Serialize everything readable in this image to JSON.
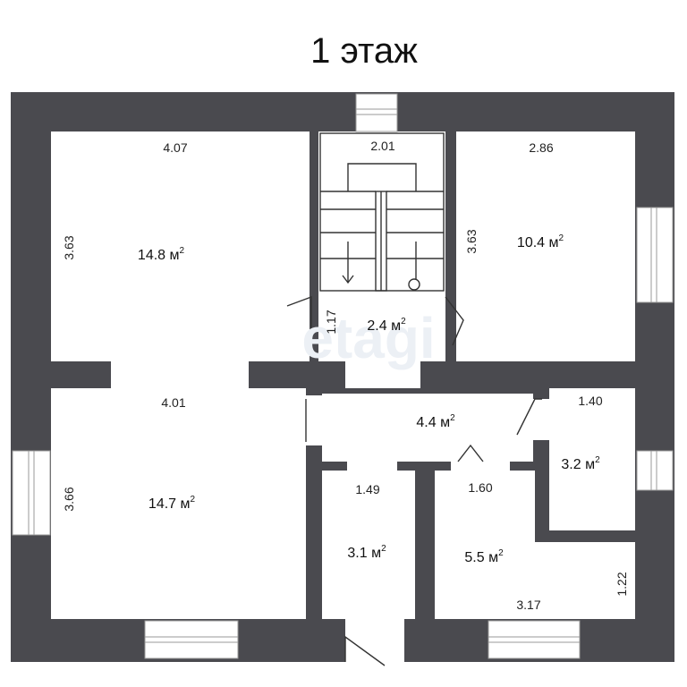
{
  "title": "1 этаж",
  "watermark": "etagi",
  "colors": {
    "wall": "#4a4a4f",
    "floor": "#ffffff",
    "window": "#ffffff",
    "line": "#222222"
  },
  "rooms": [
    {
      "id": "room-top-left",
      "area": "14.8",
      "width": "4.07",
      "length": "3.63"
    },
    {
      "id": "room-top-right",
      "area": "10.4",
      "width": "2.86",
      "length": "3.63"
    },
    {
      "id": "stair-hall",
      "area": "2.4",
      "width": "2.01",
      "length": "1.17"
    },
    {
      "id": "room-bottom-left",
      "area": "14.7",
      "width": "4.01",
      "length": "3.66"
    },
    {
      "id": "corridor",
      "area": "4.4"
    },
    {
      "id": "small-room-right",
      "area": "3.2",
      "width": "1.40"
    },
    {
      "id": "bathroom",
      "area": "3.1",
      "width": "1.49"
    },
    {
      "id": "kitchen-bottom-right",
      "area": "5.5",
      "width": "1.60",
      "width2": "3.17",
      "length": "1.22"
    }
  ],
  "unit": "м",
  "unit_sup": "2"
}
